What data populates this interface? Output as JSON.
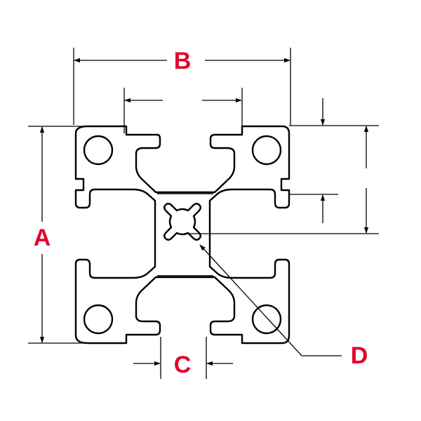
{
  "labels": {
    "a": "A",
    "b": "B",
    "c": "C",
    "d": "D"
  },
  "colors": {
    "label": "#e4002b",
    "line": "#000000",
    "background": "#ffffff"
  }
}
